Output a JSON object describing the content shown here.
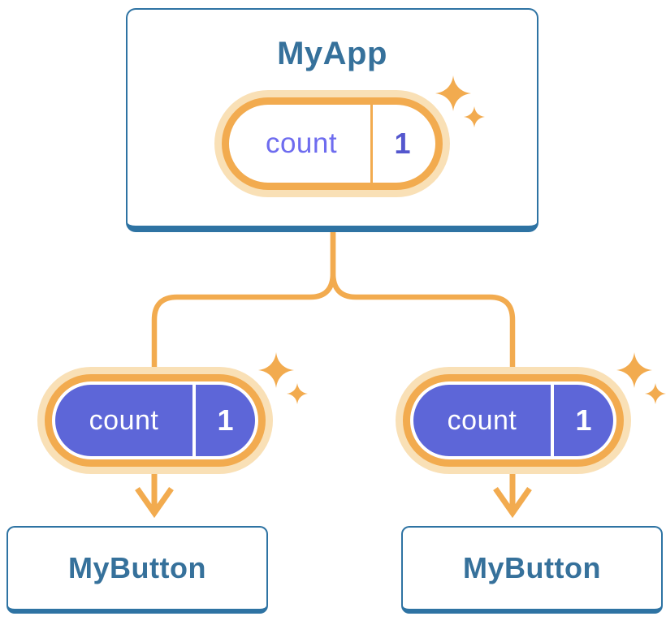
{
  "tree": {
    "root": {
      "label": "MyApp",
      "pill": {
        "name": "count",
        "value": "1"
      }
    },
    "children": [
      {
        "label": "MyButton",
        "pill": {
          "name": "count",
          "value": "1"
        }
      },
      {
        "label": "MyButton",
        "pill": {
          "name": "count",
          "value": "1"
        }
      }
    ]
  },
  "icons": {
    "root_pill": "sparkles-icon",
    "left_pill": "sparkles-icon",
    "right_pill": "sparkles-icon",
    "arrows": "arrow-down-icon"
  },
  "colors": {
    "background": "#FFFFFF",
    "card_border_blue": "#2E73A3",
    "label_text_blue": "#36719B",
    "accent_orange": "#F2AB4F",
    "halo_orange": "#F9E0B6",
    "pill_fill_purple": "#5D66D8",
    "pill_name_purple": "#6E6CEF",
    "pill_value_purple": "#5457CE",
    "pill_text_on_purple": "#FFFFFF"
  }
}
